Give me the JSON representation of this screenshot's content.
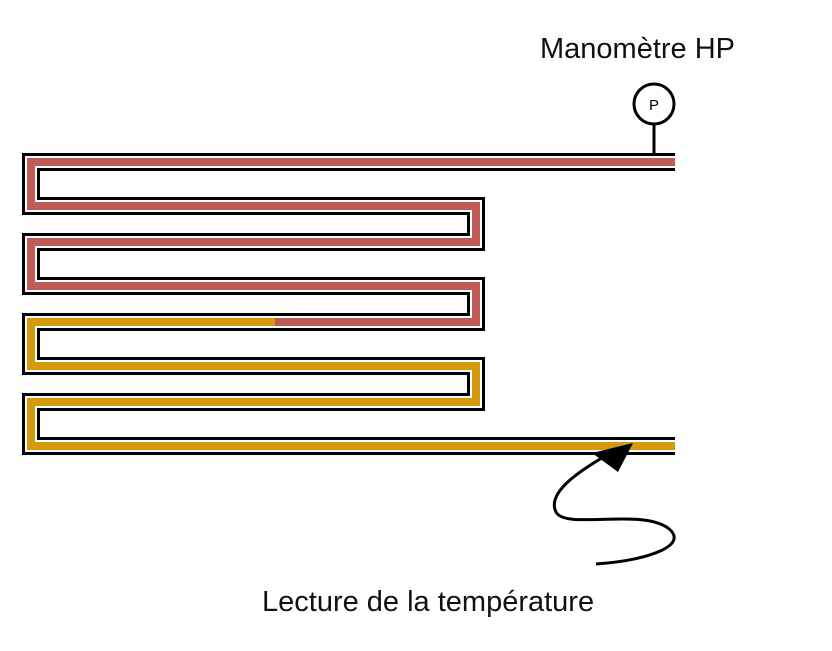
{
  "labels": {
    "manometer": "Manomètre HP",
    "temperature": "Lecture de la température",
    "gauge_symbol": "P"
  },
  "colors": {
    "outline": "#000000",
    "high_temp_fluid": "#bf5b57",
    "low_temp_fluid": "#d49a0b",
    "background": "#ffffff"
  },
  "icons": {
    "gauge": "pressure-gauge-icon",
    "arrow": "curved-arrow-icon"
  }
}
